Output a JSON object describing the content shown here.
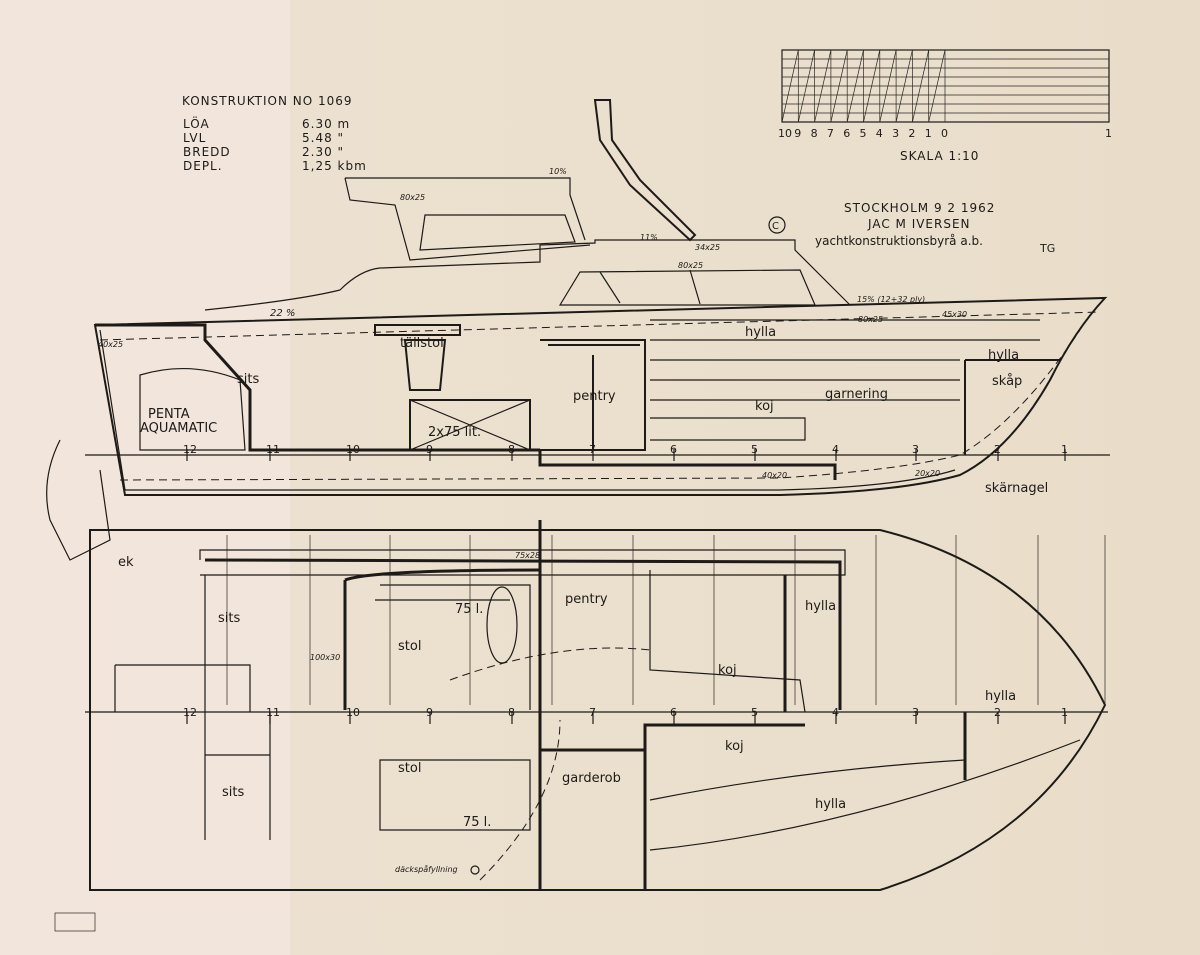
{
  "title_block": {
    "construction": "KONSTRUKTION  NO  1069",
    "specs": [
      {
        "label": "LÖA",
        "value": "6.30 m"
      },
      {
        "label": "LVL",
        "value": "5.48 \""
      },
      {
        "label": "BREDD",
        "value": "2.30 \""
      },
      {
        "label": "DEPL.",
        "value": "1,25 kbm"
      }
    ],
    "place_date": "STOCKHOLM  9 2  1962",
    "designer": "JAC  M IVERSEN",
    "firm": "yachtkonstruktionsbyrå  a.b.",
    "initials": "TG",
    "copyright": "C"
  },
  "scale": {
    "ticks": [
      "10",
      "9",
      "8",
      "7",
      "6",
      "5",
      "4",
      "3",
      "2",
      "1",
      "0"
    ],
    "end_tick": "1",
    "label": "SKALA 1:10"
  },
  "profile": {
    "labels": {
      "tallstol": "tällstol",
      "sits": "sits",
      "engine": "PENTA\nAQUAMATIC",
      "engine_l1": "PENTA",
      "engine_l2": "AQUAMATIC",
      "tank": "2x75 lit.",
      "pentry": "pentry",
      "hylla": "hylla",
      "hylla2": "hylla",
      "skap": "skåp",
      "garnering": "garnering",
      "koj": "koj",
      "skarnagel": "skärnagel",
      "roof_pct": "22 %",
      "notes": [
        "40x25",
        "80x25",
        "34x25",
        "80x25",
        "15% (12+32 ply)",
        "80x25",
        "45x30",
        "10%",
        "11%",
        "20x20",
        "40x20"
      ]
    },
    "stations": [
      "12",
      "11",
      "10",
      "9",
      "8",
      "7",
      "6",
      "5",
      "4",
      "3",
      "2",
      "1"
    ]
  },
  "plan": {
    "labels": {
      "ek": "ek",
      "sits": "sits",
      "sits2": "sits",
      "stol": "stol",
      "stol2": "stol",
      "tank": "75 l.",
      "tank2": "75 l.",
      "pentry": "pentry",
      "hylla": "hylla",
      "hylla2": "hylla",
      "hylla3": "hylla",
      "koj": "koj",
      "koj2": "koj",
      "garderob": "garderob",
      "filler": "däckspåfyllning",
      "beam": "75x28",
      "beam2": "100x30"
    },
    "stations": [
      "12",
      "11",
      "10",
      "9",
      "8",
      "7",
      "6",
      "5",
      "4",
      "3",
      "2",
      "1"
    ]
  }
}
